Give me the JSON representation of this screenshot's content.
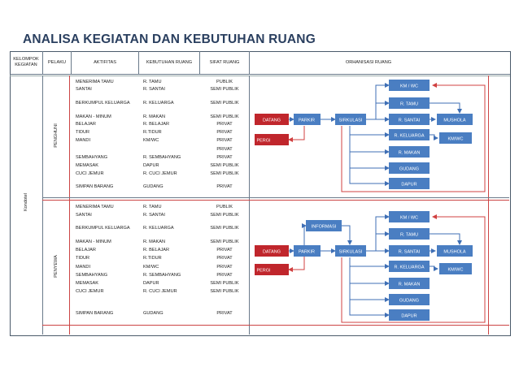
{
  "title": "ANALISA KEGIATAN DAN KEBUTUHAN RUANG",
  "headers": {
    "kelompok": "KELOMPOK KEGIATAN",
    "pelaku": "PELAKU",
    "aktifitas": "AKTIFITAS",
    "kebutuhan": "KEBUTUHAN RUANG",
    "sifat": "SIFAT RUANG",
    "organisasi": "ORHANISASI RUANG"
  },
  "kelompok_label": "Kondotel",
  "groups": [
    {
      "pelaku": "PENGHUNI",
      "rows": [
        {
          "aktifitas": "MENERIMA TAMU",
          "kebutuhan": "R. TAMU",
          "sifat": "PUBLIK"
        },
        {
          "aktifitas": "SANTAI",
          "kebutuhan": "R. SANTAI",
          "sifat": "SEMI PUBLIK"
        },
        {
          "aktifitas": "BERKUMPUL KELUARGA",
          "kebutuhan": "R. KELUARGA",
          "sifat": "SEMI PUBLIK"
        },
        {
          "aktifitas": "MAKAN - MINUM",
          "kebutuhan": "R. MAKAN",
          "sifat": "SEMI PUBLIK"
        },
        {
          "aktifitas": "BELAJAR",
          "kebutuhan": "R. BELAJAR",
          "sifat": "PRIVAT"
        },
        {
          "aktifitas": "TIDUR",
          "kebutuhan": "R.TIDUR",
          "sifat": "PRIVAT"
        },
        {
          "aktifitas": "MANDI",
          "kebutuhan": "KM/WC",
          "sifat": "PRIVAT"
        },
        {
          "aktifitas": "",
          "kebutuhan": "",
          "sifat": "PRIVAT"
        },
        {
          "aktifitas": "SEMBAHYANG",
          "kebutuhan": "R. SEMBAHYANG",
          "sifat": "PRIVAT"
        },
        {
          "aktifitas": "MEMASAK",
          "kebutuhan": "DAPUR",
          "sifat": "SEMI PUBLIK"
        },
        {
          "aktifitas": "CUCI JEMUR",
          "kebutuhan": "R. CUCI JEMUR",
          "sifat": "SEMI PUBLIK"
        },
        {
          "aktifitas": "SIMPAN BARANG",
          "kebutuhan": "GUDANG",
          "sifat": "PRIVAT"
        }
      ]
    },
    {
      "pelaku": "PENYEWA",
      "rows": [
        {
          "aktifitas": "MENERIMA TAMU",
          "kebutuhan": "R. TAMU",
          "sifat": "PUBLIK"
        },
        {
          "aktifitas": "SANTAI",
          "kebutuhan": "R. SANTAI",
          "sifat": "SEMI PUBLIK"
        },
        {
          "aktifitas": "BERKUMPUL KELUARGA",
          "kebutuhan": "R. KELUARGA",
          "sifat": "SEMI PUBLIK"
        },
        {
          "aktifitas": "MAKAN - MINUM",
          "kebutuhan": "R. MAKAN",
          "sifat": "SEMI PUBLIK"
        },
        {
          "aktifitas": "BELAJAR",
          "kebutuhan": "R. BELAJAR",
          "sifat": "PRIVAT"
        },
        {
          "aktifitas": "TIDUR",
          "kebutuhan": "R.TIDUR",
          "sifat": "PRIVAT"
        },
        {
          "aktifitas": "MANDI",
          "kebutuhan": "KM/WC",
          "sifat": "PRIVAT"
        },
        {
          "aktifitas": "SEMBAHYANG",
          "kebutuhan": "R. SEMBAHYANG",
          "sifat": "PRIVAT"
        },
        {
          "aktifitas": "MEMASAK",
          "kebutuhan": "DAPUR",
          "sifat": "SEMI PUBLIK"
        },
        {
          "aktifitas": "CUCI JEMUR",
          "kebutuhan": "R. CUCI JEMUR",
          "sifat": "SEMI PUBLIK"
        },
        {
          "aktifitas": "SIMPAN BARANG",
          "kebutuhan": "GUDANG",
          "sifat": "PRIVAT"
        }
      ]
    }
  ],
  "diagram1": {
    "datang": "DATANG",
    "pergi": "PERGI",
    "parkir": "PARKIR",
    "sirkulasi": "SIRKULASI",
    "kmwc": "KM / WC",
    "tamu": "R. TAMU",
    "santai": "R. SANTAI",
    "mushola": "MUSHOLA",
    "keluarga": "R. KELUARGA",
    "kmwc2": "KM/WC",
    "makan": "R. MAKAN",
    "gudang": "GUDANG",
    "dapur": "DAPUR"
  },
  "diagram2": {
    "informasi": "INFORMASI",
    "datang": "DATANG",
    "pergi": "PERGI",
    "parkir": "PARKIR",
    "sirkulasi": "SIRKULASI",
    "kmwc": "KM / WC",
    "tamu": "R. TAMU",
    "santai": "R. SANTAI",
    "mushola": "MUSHOLA",
    "keluarga": "R. KELUARGA",
    "kmwc2": "KM/WC",
    "makan": "R. MAKAN",
    "gudang": "GUDANG",
    "dapur": "DAPUR"
  },
  "colors": {
    "blue_box": "#4a7ec2",
    "red_box": "#c0262c",
    "title": "#2a3f5f",
    "line_blue": "#3f6fb5",
    "line_red": "#d04040"
  }
}
